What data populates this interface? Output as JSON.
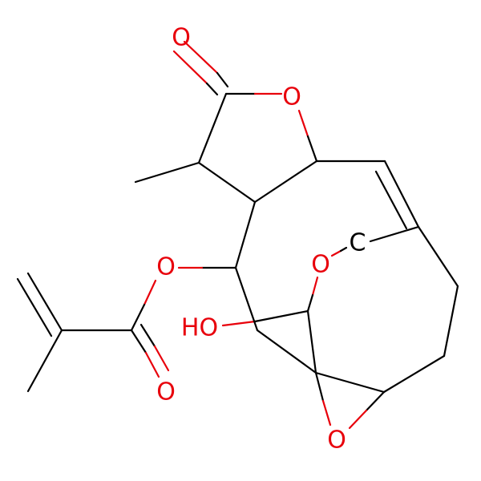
{
  "molecule": {
    "atoms": {
      "carbonyl_o_top": {
        "symbol": "O",
        "color": "#e8000b"
      },
      "ring_o_lactone": {
        "symbol": "O",
        "color": "#e8000b"
      },
      "ester_o": {
        "symbol": "O",
        "color": "#e8000b"
      },
      "ether_o": {
        "symbol": "O",
        "color": "#e8000b"
      },
      "ether_c": {
        "symbol": "C",
        "color": "#000000"
      },
      "hydroxyl": {
        "symbol": "HO",
        "color": "#e8000b"
      },
      "carbonyl_o_ester": {
        "symbol": "O",
        "color": "#e8000b"
      },
      "epoxide_o": {
        "symbol": "O",
        "color": "#e8000b"
      }
    }
  }
}
